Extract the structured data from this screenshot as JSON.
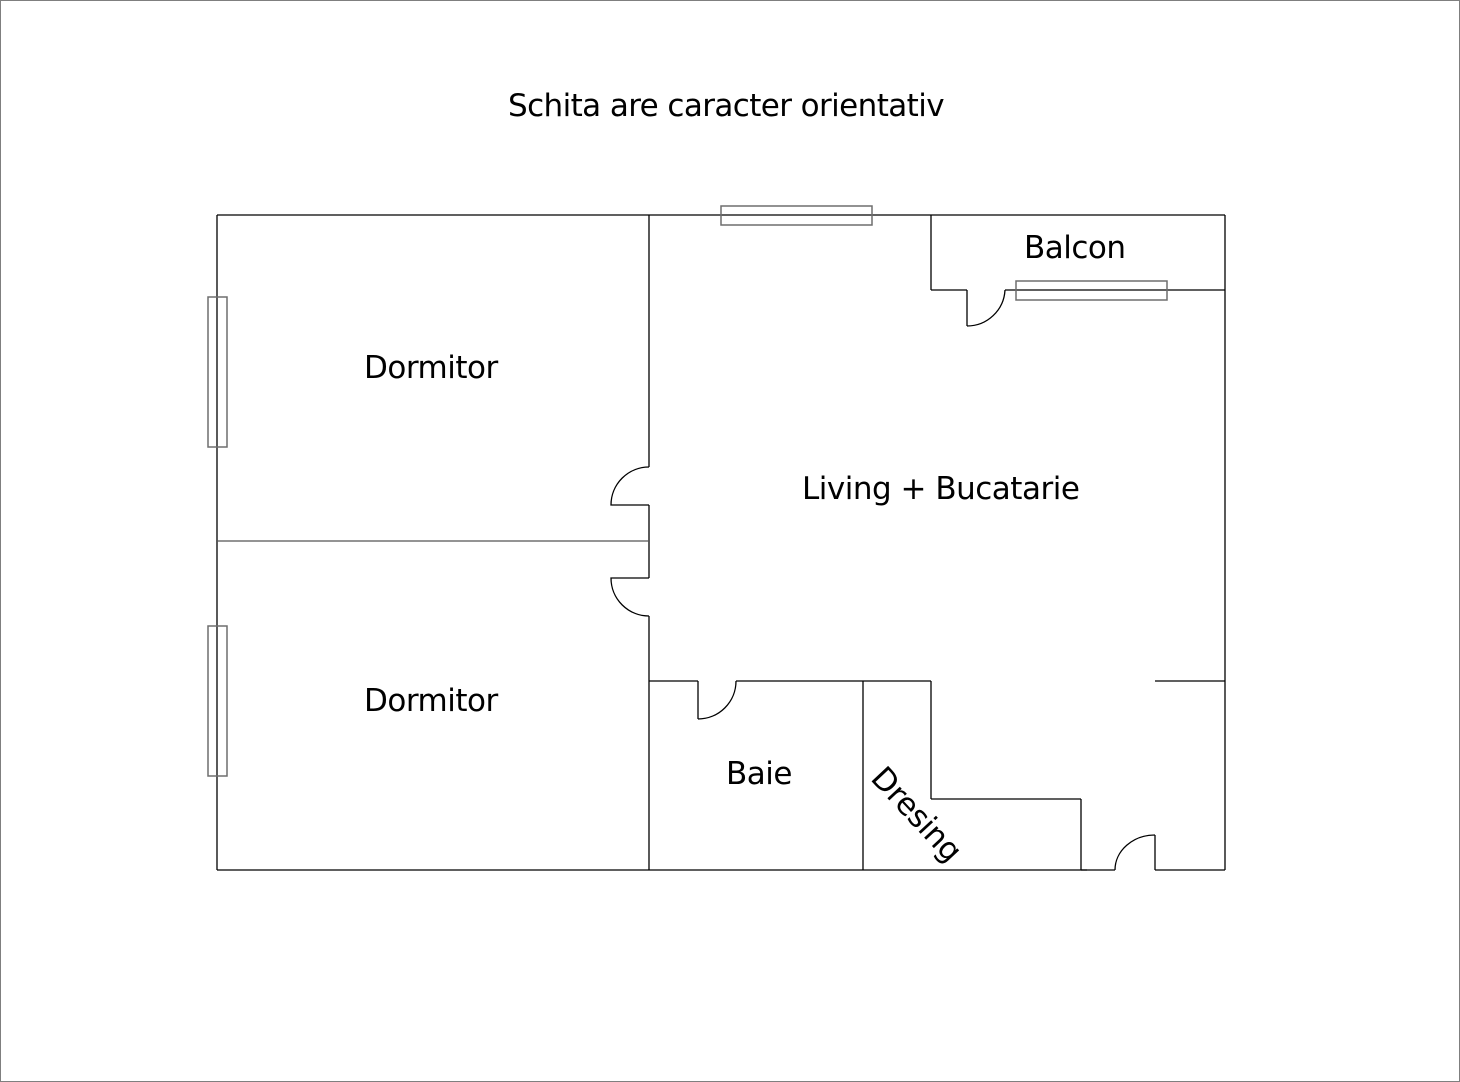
{
  "title": "Schita are caracter orientativ",
  "rooms": [
    {
      "id": "dormitor-1",
      "label": "Dormitor"
    },
    {
      "id": "dormitor-2",
      "label": "Dormitor"
    },
    {
      "id": "living",
      "label": "Living + Bucatarie"
    },
    {
      "id": "balcon",
      "label": "Balcon"
    },
    {
      "id": "baie",
      "label": "Baie"
    },
    {
      "id": "dresing",
      "label": "Dresing"
    }
  ],
  "colors": {
    "wall": "#000000",
    "window": "#6e6e6e",
    "frame": "#7f7f7f",
    "background": "#ffffff"
  }
}
